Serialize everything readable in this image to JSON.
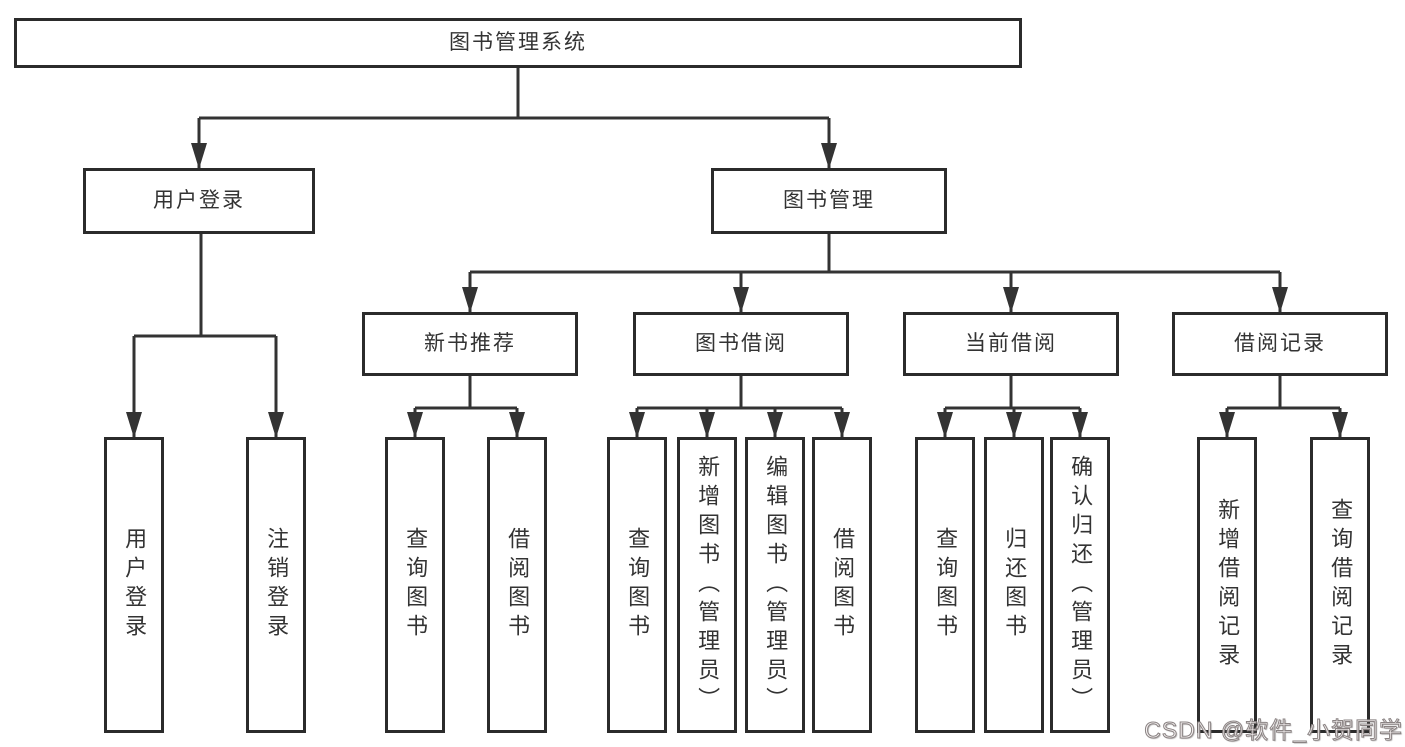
{
  "colors": {
    "background": "#ffffff",
    "line": "#333333",
    "box_border": "#2b2b2b",
    "text": "#333333",
    "watermark": "#cfc7c7"
  },
  "watermark": {
    "text": "CSDN @软件_小贺同学"
  },
  "tree": {
    "root": "图书管理系统",
    "branches": [
      {
        "label": "用户登录",
        "children": [
          "用户登录",
          "注销登录"
        ]
      },
      {
        "label": "图书管理",
        "sections": [
          {
            "label": "新书推荐",
            "children": [
              "查询图书",
              "借阅图书"
            ]
          },
          {
            "label": "图书借阅",
            "children": [
              "查询图书",
              "新增图书（管理员）",
              "编辑图书（管理员）",
              "借阅图书"
            ]
          },
          {
            "label": "当前借阅",
            "children": [
              "查询图书",
              "归还图书",
              "确认归还（管理员）"
            ]
          },
          {
            "label": "借阅记录",
            "children": [
              "新增借阅记录",
              "查询借阅记录"
            ]
          }
        ]
      }
    ]
  }
}
